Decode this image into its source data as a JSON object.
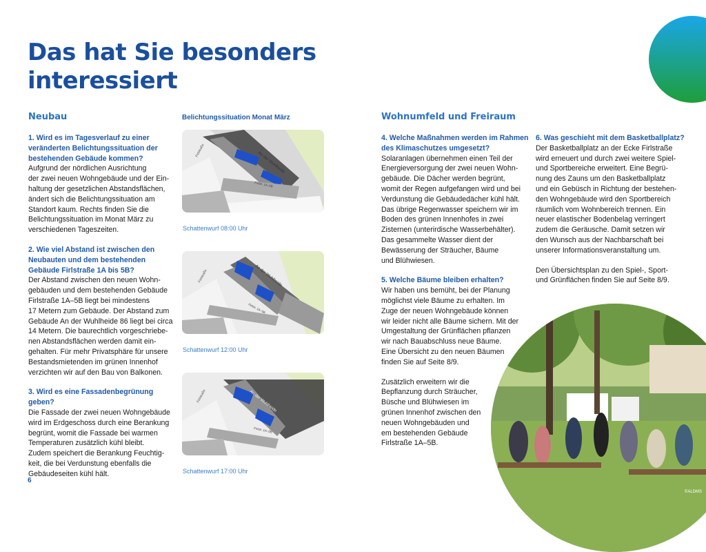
{
  "title_lines": [
    "Das hat Sie besonders",
    "interessiert"
  ],
  "left": {
    "section": "Neubau",
    "q1_title": [
      "1. Wird es im Tagesverlauf zu einer",
      "veränderten Belichtungssituation der",
      "bestehenden Gebäude kommen?"
    ],
    "q1_body": [
      "Aufgrund der nördlichen Ausrichtung",
      "der zwei neuen Wohngebäude und der Ein-",
      "haltung der gesetzlichen Abstandsflächen,",
      "ändert sich die Belichtungssituation am",
      "Standort kaum. Rechts finden Sie die",
      "Belichtungssituation im Monat März zu",
      "verschiedenen Tageszeiten."
    ],
    "q2_title": [
      "2. Wie viel Abstand ist zwischen den",
      "Neubauten und dem bestehenden",
      "Gebäude Firlstraße 1A bis 5B?"
    ],
    "q2_body": [
      "Der Abstand zwischen den neuen Wohn-",
      "gebäuden und dem bestehenden Gebäude",
      "Firlstraße 1A–5B liegt bei mindestens",
      "17 Metern zum Gebäude. Der Abstand zum",
      "Gebäude An der Wuhlheide 86 liegt bei circa",
      "14 Metern. Die baurechtlich vorgeschriebe-",
      "nen Abstandsflächen werden damit ein-",
      "gehalten. Für mehr Privatsphäre für unsere",
      "Bestandsmietenden im grünen Innenhof",
      "verzichten wir auf den Bau von Balkonen."
    ],
    "q3_title": [
      "3. Wird es eine Fassadenbegrünung geben?"
    ],
    "q3_body": [
      "Die Fassade der zwei neuen Wohngebäude",
      "wird im Erdgeschoss durch eine Berankung",
      "begrünt, womit die Fassade bei warmen",
      "Temperaturen zusätzlich kühl bleibt.",
      "Zudem speichert die Berankung Feuchtig-",
      "keit, die bei Verdunstung ebenfalls die",
      "Gebäudeseiten kühl hält."
    ],
    "page_number": "6"
  },
  "maps": {
    "heading": "Belichtungssituation Monat März",
    "street_main": "An der Wuhlheide",
    "street_side": "Firlstraße",
    "building_label": "Firlstr. 1A–5B",
    "captions": [
      "Schattenwurf 08:00 Uhr",
      "Schattenwurf 12:00 Uhr",
      "Schattenwurf 17:00 Uhr"
    ]
  },
  "right": {
    "section": "Wohnumfeld und Freiraum",
    "q4_title": [
      "4. Welche Maßnahmen werden im Rahmen",
      "des Klimaschutzes umgesetzt?"
    ],
    "q4_body": [
      "Solaranlagen übernehmen einen Teil der",
      "Energieversorgung der zwei neuen Wohn-",
      "gebäude. Die Dächer werden begrünt,",
      "womit der Regen aufgefangen wird und bei",
      "Verdunstung die Gebäudedächer kühl hält.",
      "Das übrige Regenwasser speichern wir im",
      "Boden des grünen Innenhofes in zwei",
      "Zisternen (unterirdische Wasserbehälter).",
      "Das gesammelte Wasser dient der",
      "Bewässerung der Sträucher, Bäume",
      "und Blühwiesen."
    ],
    "q5_title": [
      "5. Welche Bäume bleiben erhalten?"
    ],
    "q5_body": [
      "Wir haben uns bemüht, bei der Planung",
      "möglichst viele Bäume zu erhalten. Im",
      "Zuge der neuen Wohngebäude können",
      "wir leider nicht alle Bäume sichern. Mit der",
      "Umgestaltung der Grünflächen pflanzen",
      "wir nach Bauabschluss neue Bäume.",
      "Eine Übersicht zu den neuen Bäumen",
      "finden Sie auf Seite 8/9."
    ],
    "q5_extra": [
      "Zusätzlich erweitern wir die",
      "Bepflanzung durch Sträucher,",
      "Büsche und Blühwiesen im",
      "grünen Innenhof zwischen den",
      "neuen Wohngebäuden und",
      "em bestehenden Gebäude",
      "Firlstraße 1A–5B."
    ],
    "q6_title": [
      "6. Was geschieht mit dem Basketballplatz?"
    ],
    "q6_body": [
      "Der Basketballplatz an der Ecke Firlstraße",
      "wird erneuert und durch zwei weitere Spiel-",
      "und Sportbereiche erweitert. Eine Begrü-",
      "nung des Zauns um den Basketballplatz",
      "und ein Gebüsch in Richtung der bestehen-",
      "den Wohngebäude wird den Sportbereich",
      "räumlich vom Wohnbereich trennen. Ein",
      "neuer elastischer Bodenbelag verringert",
      "zudem die Geräusche. Damit setzen wir",
      "den Wunsch aus der Nachbarschaft bei",
      "unserer Informationsveranstaltung um."
    ],
    "q6_extra": [
      "Den Übersichtsplan zu den Spiel-, Sport-",
      "und Grünflächen finden Sie auf Seite 8/9."
    ],
    "photo_credit": "©ALDMS"
  },
  "colors": {
    "title_blue": "#1b4f9c",
    "question_blue": "#1f5aa6",
    "section_blue": "#2a73c3",
    "new_building_blue": "#1e50c8",
    "gradient_top": "#1aa6e8",
    "gradient_bottom": "#1f9e3a"
  }
}
